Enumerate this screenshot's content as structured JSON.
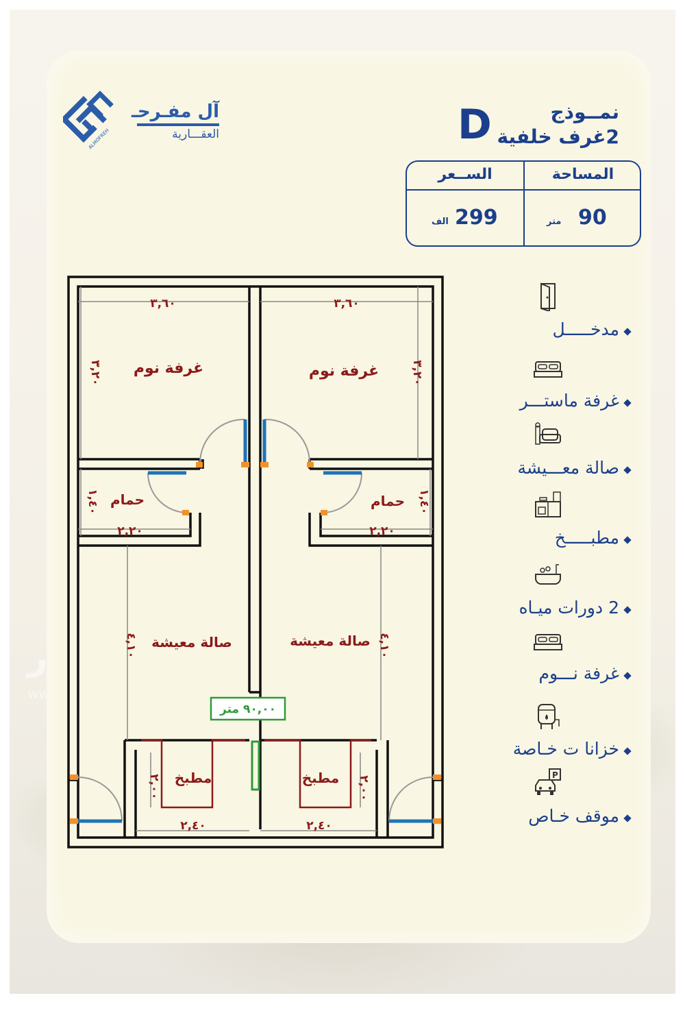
{
  "brand": {
    "name_ar": "آل مفـرحـ",
    "sub_ar": "العقـــارية",
    "latin": "ALMOFREH"
  },
  "model": {
    "prefix": "نمــوذج",
    "letter": "D",
    "subtitle": "2غرف خلفية"
  },
  "specs": {
    "area_label": "المساحة",
    "area_value": "90",
    "area_unit": "متر",
    "price_label": "الســعر",
    "price_value": "299",
    "price_unit": "الف"
  },
  "features": [
    {
      "icon": "door-icon",
      "label": "مدخـــــل"
    },
    {
      "icon": "bed-icon",
      "label": "غرفة ماستـــر"
    },
    {
      "icon": "sofa-icon",
      "label": "صالة معـــيشة"
    },
    {
      "icon": "kitchen-icon",
      "label": "مطبـــــخ"
    },
    {
      "icon": "bathtub-icon",
      "label": "2 دورات ميـاه"
    },
    {
      "icon": "bed-icon",
      "label": "غرفة نـــوم"
    },
    {
      "icon": "water-tank-icon",
      "label": "خزانا ت خـاصة"
    },
    {
      "icon": "parking-icon",
      "label": "موقف خـاص"
    }
  ],
  "plan": {
    "bedroom": "غرفة نوم",
    "bathroom": "حمام",
    "living": "صالة معيشة",
    "kitchen": "مطبخ",
    "total_area": "٩٠,٠٠ متر",
    "dims": {
      "bedroom_w": "٣,٦٠",
      "bedroom_h": "٣,٢٠",
      "bath_w": "٢,٢٠",
      "bath_h": "١,٤٠",
      "living_h": "٤,١٠",
      "kitchen_w": "٢,٤٠",
      "kitchen_h": "٢,٠٠"
    }
  },
  "watermark": {
    "big": "عقار",
    "small": "www.aqar.fm"
  },
  "colors": {
    "brand_blue": "#1b3f8c",
    "label_red": "#8b1a1a",
    "wall": "#111111",
    "door_orange": "#f0922b",
    "window_blue": "#1e73b8",
    "area_green": "#2e9b3a"
  }
}
